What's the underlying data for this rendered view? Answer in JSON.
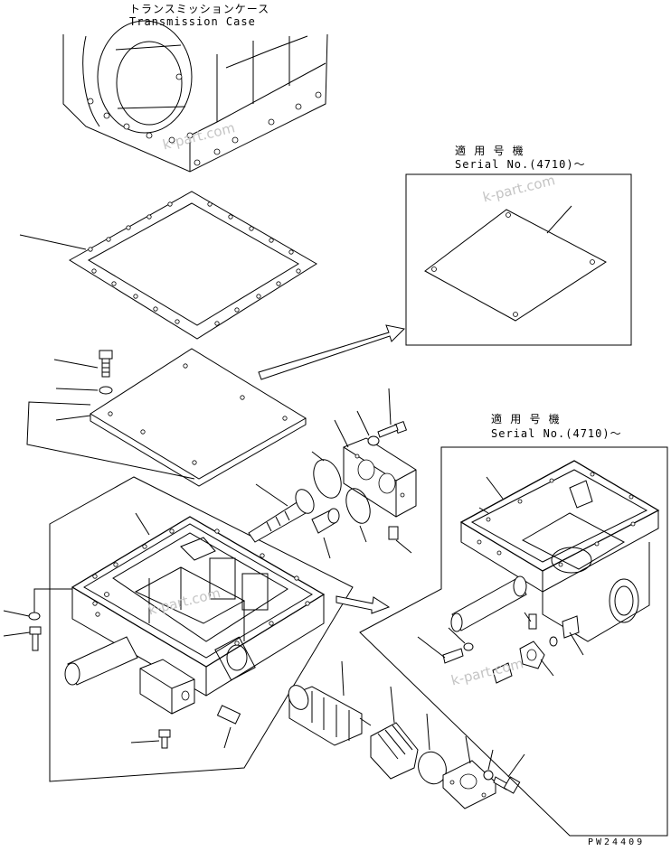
{
  "labels": {
    "transmission_case_jp": "トランスミッションケース",
    "transmission_case_en": "Transmission Case",
    "applicable_jp_1": "適 用 号 機",
    "serial_1": "Serial No.(4710)～",
    "applicable_jp_2": "適 用 号 機",
    "serial_2": "Serial No.(4710)～",
    "drawing_code": "PW24409"
  },
  "watermarks": [
    "k-part.com",
    "k-part.com",
    "k-part.com",
    "k-part.com"
  ]
}
